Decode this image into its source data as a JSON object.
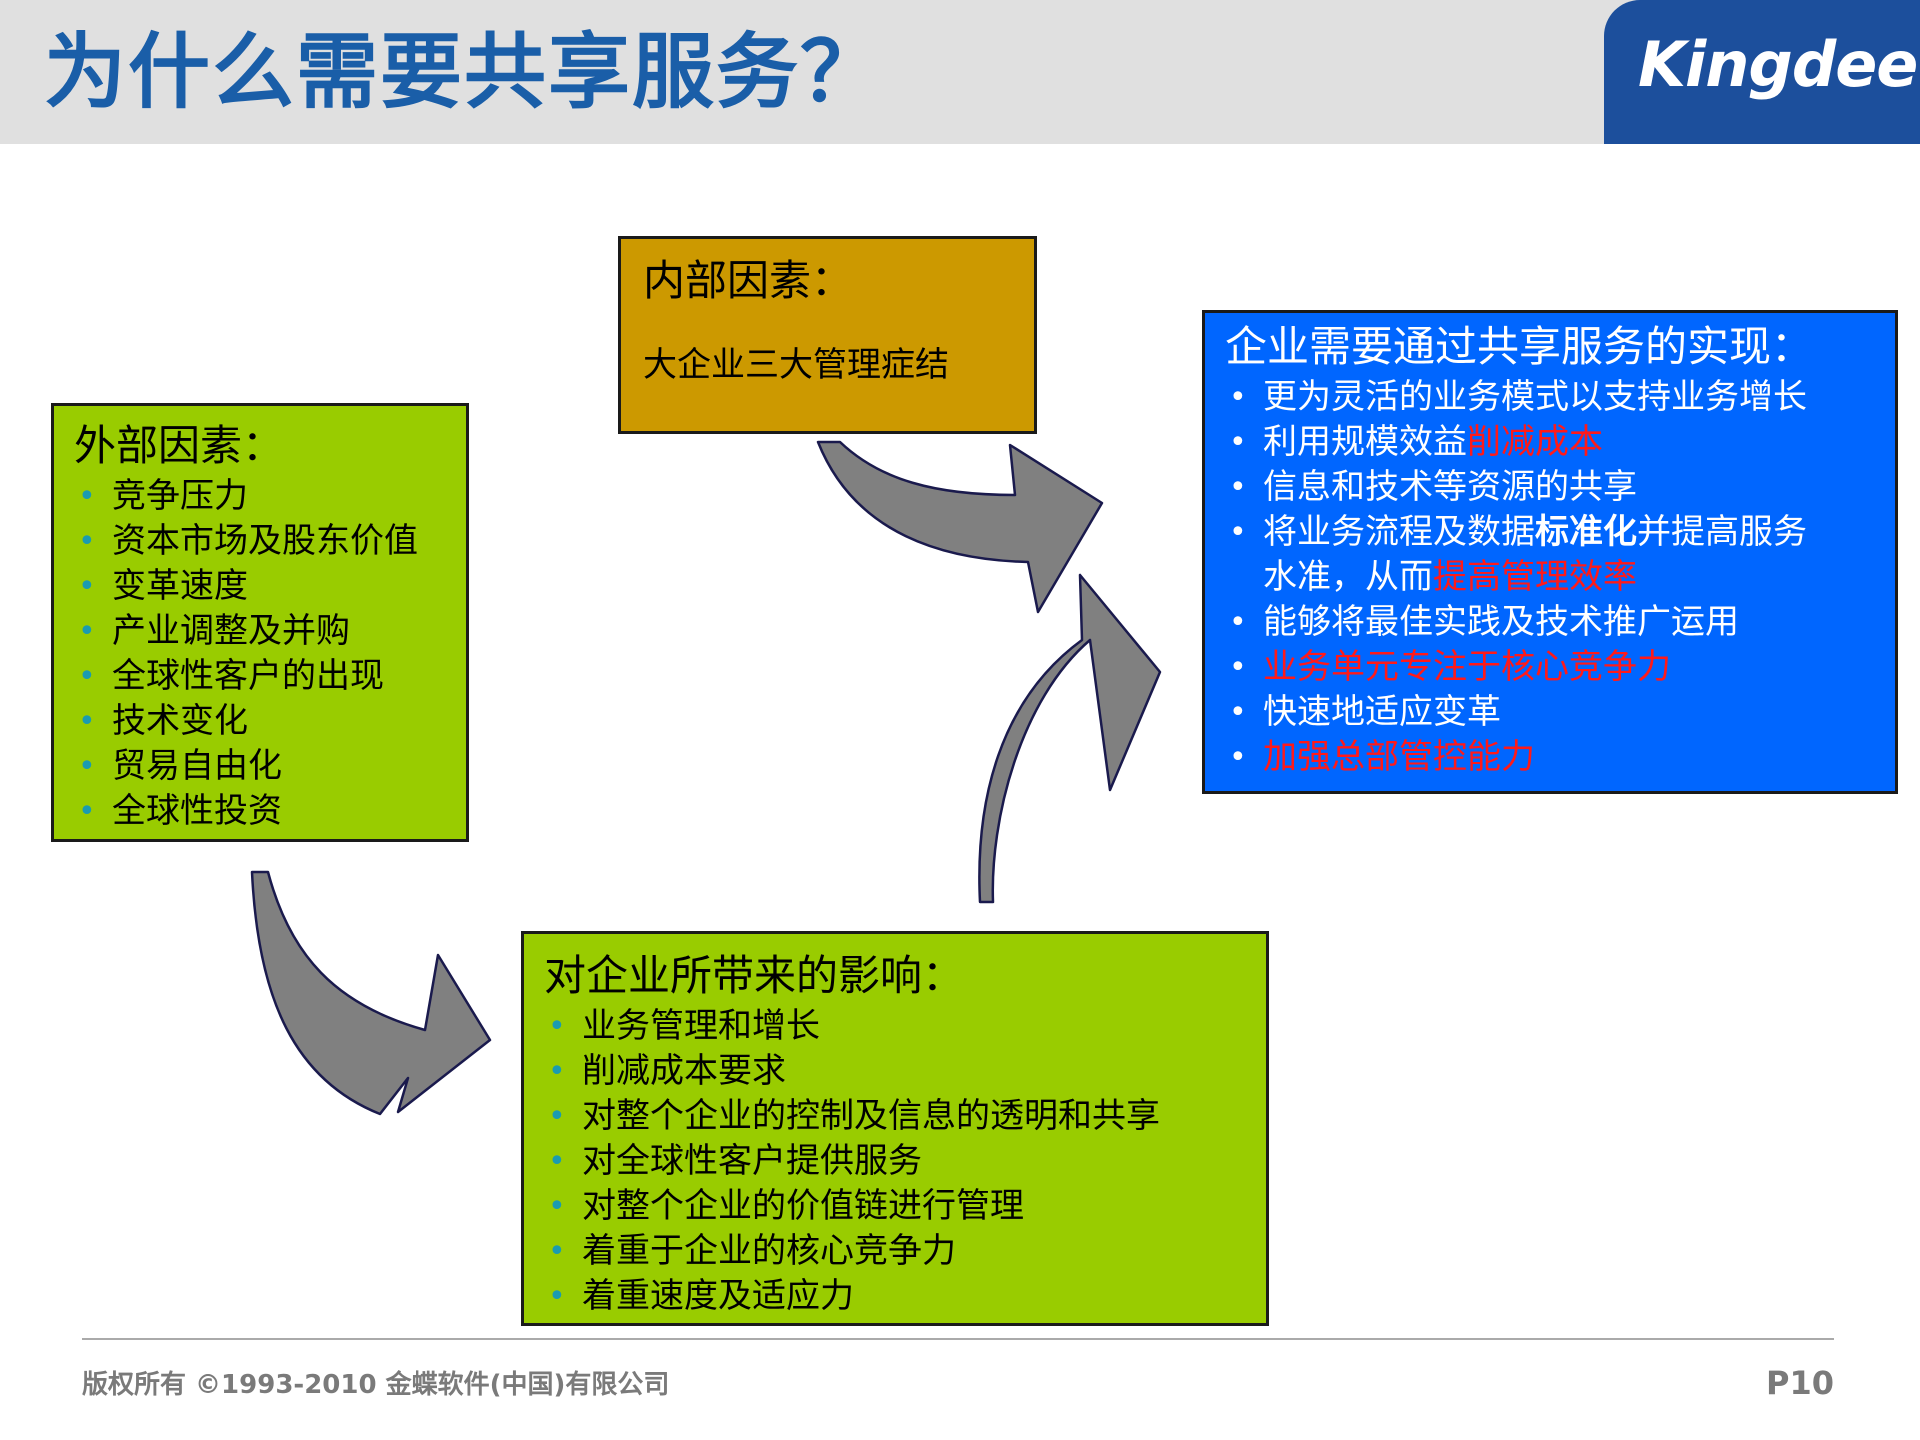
{
  "header": {
    "title": "为什么需要共享服务？",
    "logo": "Kingdee"
  },
  "external_factors": {
    "title": "外部因素：",
    "items": [
      "竞争压力",
      "资本市场及股东价值",
      "变革速度",
      "产业调整及并购",
      "全球性客户的出现",
      "技术变化",
      "贸易自由化",
      "全球性投资"
    ]
  },
  "internal_factors": {
    "title": "内部因素：",
    "subtitle": "大企业三大管理症结"
  },
  "impact": {
    "title": "对企业所带来的影响：",
    "items": [
      "业务管理和增长",
      "削减成本要求",
      "对整个企业的控制及信息的透明和共享",
      "对全球性客户提供服务",
      "对整个企业的价值链进行管理",
      "着重于企业的核心竞争力",
      "着重速度及适应力"
    ]
  },
  "realization": {
    "title": "企业需要通过共享服务的实现：",
    "items": [
      {
        "parts": [
          {
            "text": "更为灵活的业务模式以支持业务增长"
          }
        ]
      },
      {
        "parts": [
          {
            "text": "利用规模效益"
          },
          {
            "text": "削减成本",
            "style": "red"
          }
        ]
      },
      {
        "parts": [
          {
            "text": "信息和技术等资源的共享"
          }
        ]
      },
      {
        "parts": [
          {
            "text": "将业务流程及数据"
          },
          {
            "text": "标准化",
            "style": "bold"
          },
          {
            "text": "并提高服务"
          }
        ]
      },
      {
        "continuation": true,
        "parts": [
          {
            "text": "水准，从而"
          },
          {
            "text": "提高管理效率",
            "style": "red"
          }
        ]
      },
      {
        "parts": [
          {
            "text": "能够将最佳实践及技术推广运用"
          }
        ]
      },
      {
        "parts": [
          {
            "text": "业务单元专注于核心竞争力",
            "style": "red"
          }
        ]
      },
      {
        "parts": [
          {
            "text": "快速地适应变革"
          }
        ]
      },
      {
        "parts": [
          {
            "text": "加强总部管控能力",
            "style": "red"
          }
        ]
      }
    ]
  },
  "colors": {
    "title_blue": "#1a5ea8",
    "logo_bg": "#1c4f9c",
    "green_box": "#99cc00",
    "gold_box": "#cc9900",
    "blue_box": "#0066ff",
    "highlight_red": "#ff1a1a",
    "arrow_gray": "#808080",
    "arrow_outline": "#1a1a4d"
  },
  "footer": {
    "copyright": "版权所有 ©1993-2010 金蝶软件(中国)有限公司",
    "page": "P10"
  }
}
